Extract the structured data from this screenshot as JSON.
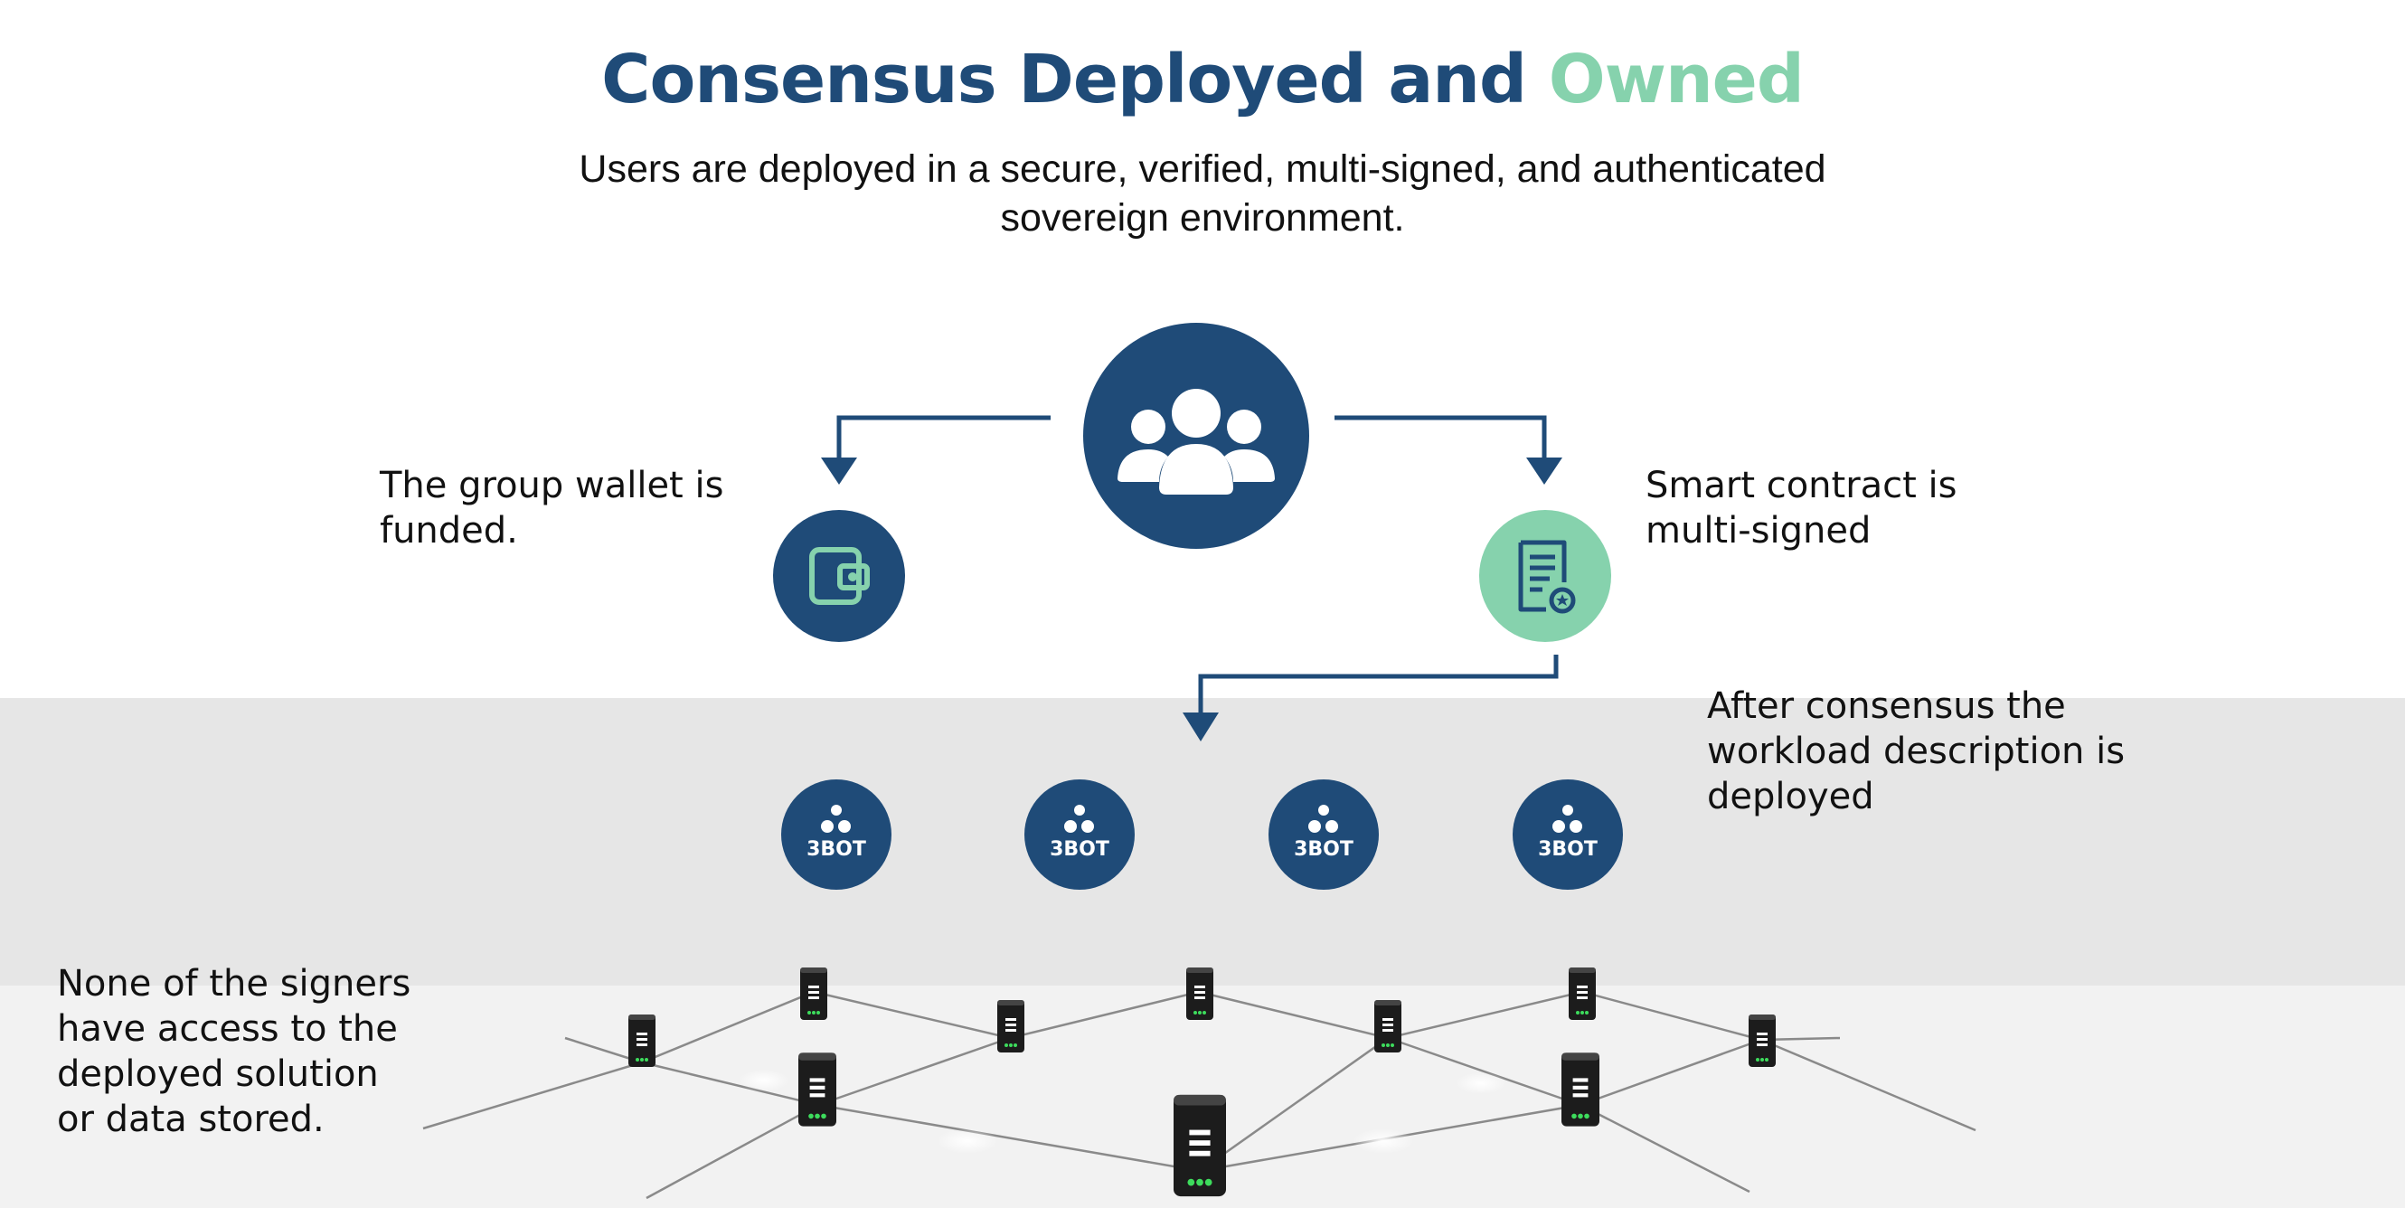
{
  "title": {
    "main": "Consensus Deployed and",
    "accent": "Owned"
  },
  "subtitle": "Users are deployed in a secure, verified, multi-signed, and authenticated sovereign environment.",
  "captions": {
    "wallet": "The group wallet is funded.",
    "contract": "Smart contract is multi-signed",
    "consensus": "After consensus the workload description is deployed",
    "signers": "None of the signers have access to the deployed solution or data stored."
  },
  "icons": {
    "users": "users-group-icon",
    "wallet": "wallet-icon",
    "contract": "contract-document-icon",
    "bot": "3bot-logo-icon",
    "node": "server-node-icon"
  },
  "bots": [
    {
      "label": "3BOT"
    },
    {
      "label": "3BOT"
    },
    {
      "label": "3BOT"
    },
    {
      "label": "3BOT"
    }
  ],
  "colors": {
    "primary": "#1f4b78",
    "accent": "#86d2ad",
    "band_mid": "#e6e6e6",
    "band_low": "#f2f2f2",
    "node_led": "#3ddc5c"
  }
}
